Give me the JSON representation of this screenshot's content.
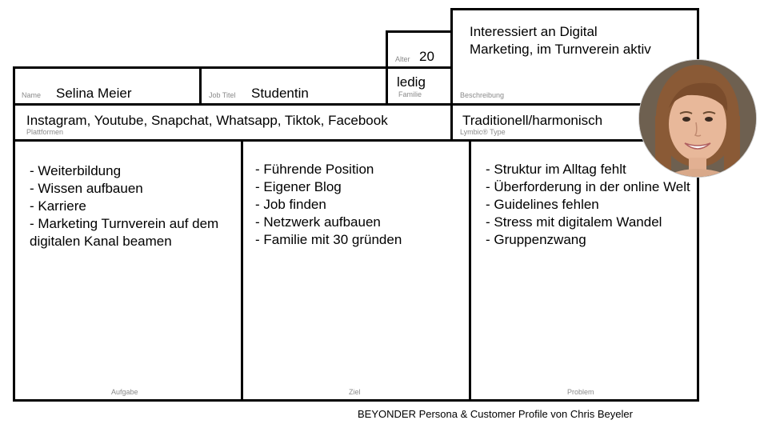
{
  "profile": {
    "name": {
      "label": "Name",
      "value": "Selina Meier"
    },
    "job": {
      "label": "Job Titel",
      "value": "Studentin"
    },
    "age": {
      "label": "Alter",
      "value": "20"
    },
    "family": {
      "label": "Familie",
      "value": "ledig"
    },
    "description": {
      "label": "Beschreibung",
      "line1": "Interessiert an Digital",
      "line2": "Marketing, im Turnverein aktiv"
    },
    "platforms": {
      "label": "Plattformen",
      "value": "Instagram, Youtube, Snapchat, Whatsapp, Tiktok, Facebook"
    },
    "lymbic": {
      "label": "Lymbic® Type",
      "value": "Traditionell/harmonisch"
    }
  },
  "sections": {
    "tasks": {
      "label": "Aufgabe",
      "items": [
        "- Weiterbildung",
        "- Wissen aufbauen",
        "- Karriere",
        "- Marketing Turnverein auf dem digitalen Kanal beamen"
      ]
    },
    "goals": {
      "label": "Ziel",
      "items": [
        "- Führende Position",
        "- Eigener Blog",
        "- Job finden",
        "- Netzwerk aufbauen",
        "- Familie mit 30 gründen"
      ]
    },
    "problems": {
      "label": "Problem",
      "items": [
        "- Struktur im Alltag fehlt",
        "- Überforderung in der online Welt",
        "- Guidelines fehlen",
        "- Stress mit digitalem Wandel",
        "- Gruppenzwang"
      ]
    }
  },
  "footer": "BEYONDER Persona & Customer Profile von Chris Beyeler",
  "avatar": {
    "skin": "#e8b89a",
    "hair": "#8a5a36",
    "background": "#6b5a4a"
  }
}
